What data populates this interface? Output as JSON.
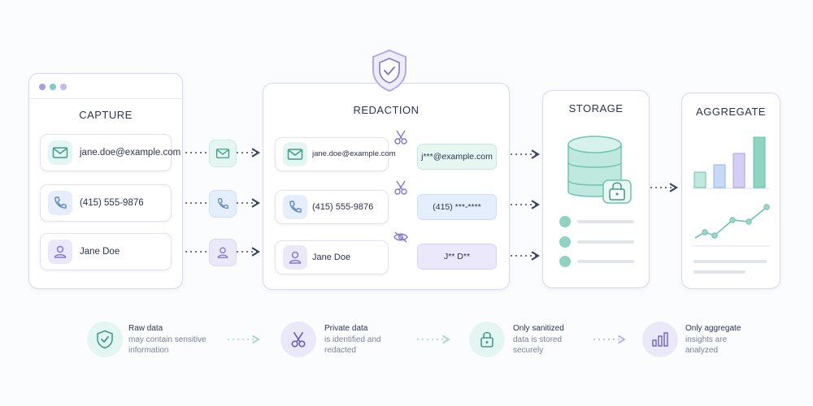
{
  "capture": {
    "title": "CAPTURE",
    "rows": [
      {
        "icon": "mail-icon",
        "text": "jane.doe@example.com"
      },
      {
        "icon": "phone-icon",
        "text": "(415) 555-9876"
      },
      {
        "icon": "user-icon",
        "text": "Jane Doe"
      }
    ]
  },
  "redaction": {
    "title": "REDACTION",
    "rows": [
      {
        "icon": "mail-icon",
        "text": "jane.doe@example.com",
        "method_icon": "scissors-icon",
        "sanitized": "j***@example.com"
      },
      {
        "icon": "phone-icon",
        "text": "(415) 555-9876",
        "method_icon": "scissors-icon",
        "sanitized": "(415) ***-****"
      },
      {
        "icon": "user-icon",
        "text": "Jane Doe",
        "method_icon": "eye-off-icon",
        "sanitized": "J** D**"
      }
    ]
  },
  "storage": {
    "title": "STORAGE",
    "icon": "database-lock-icon"
  },
  "aggregate": {
    "title": "AGGREGATE",
    "icons": [
      "bar-chart-icon",
      "line-chart-icon"
    ]
  },
  "steps": [
    {
      "icon": "shield-check-icon",
      "line1": "Raw data",
      "line2": "may contain sensitive information"
    },
    {
      "icon": "scissors-icon",
      "line1": "Private data",
      "line2": "is identified and redacted"
    },
    {
      "icon": "lock-icon",
      "line1": "Only sanitized",
      "line2": "data is stored securely"
    },
    {
      "icon": "bar-chart-icon",
      "line1": "Only aggregate",
      "line2": "insights are analyzed"
    }
  ],
  "colors": {
    "teal": "#5ec4ad",
    "blue": "#8fb4ef",
    "purple": "#a99de6",
    "navy": "#2b3350",
    "border": "#d9d6f2"
  }
}
